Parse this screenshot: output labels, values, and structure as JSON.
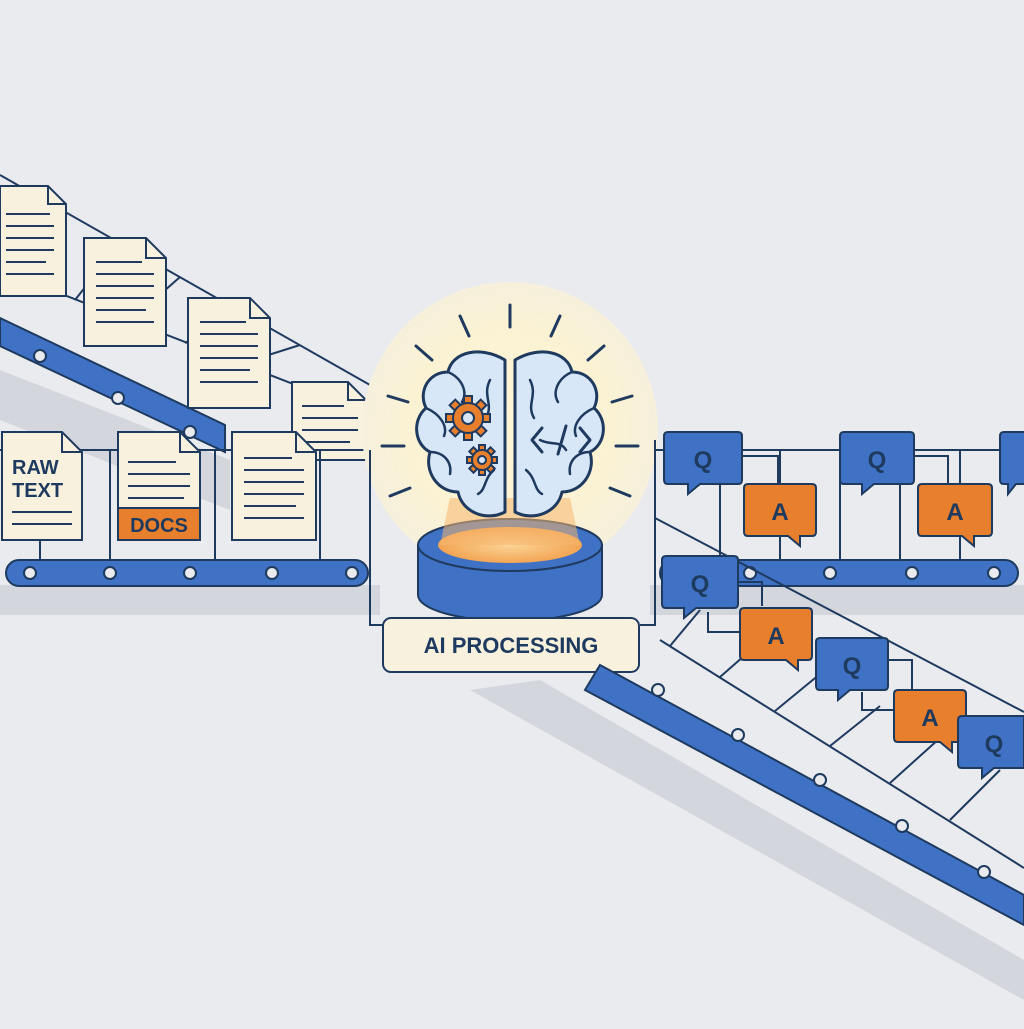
{
  "labels": {
    "raw_text_line1": "RAW",
    "raw_text_line2": "TEXT",
    "docs": "DOCS",
    "processor": "AI PROCESSING",
    "question": "Q",
    "answer": "A"
  },
  "icons": {
    "input": "document-icon",
    "processor": "brain-icon",
    "gears": "gear-icon",
    "code": "code-icon",
    "output_question": "speech-bubble-icon",
    "output_answer": "speech-bubble-icon"
  },
  "colors": {
    "background": "#e9ebee",
    "conveyor_blue": "#3f72c4",
    "outline": "#1f3a5f",
    "paper": "#f7f1de",
    "orange": "#e87f2c",
    "brain": "#d8e7f8",
    "glow": "#fbf2d4"
  }
}
